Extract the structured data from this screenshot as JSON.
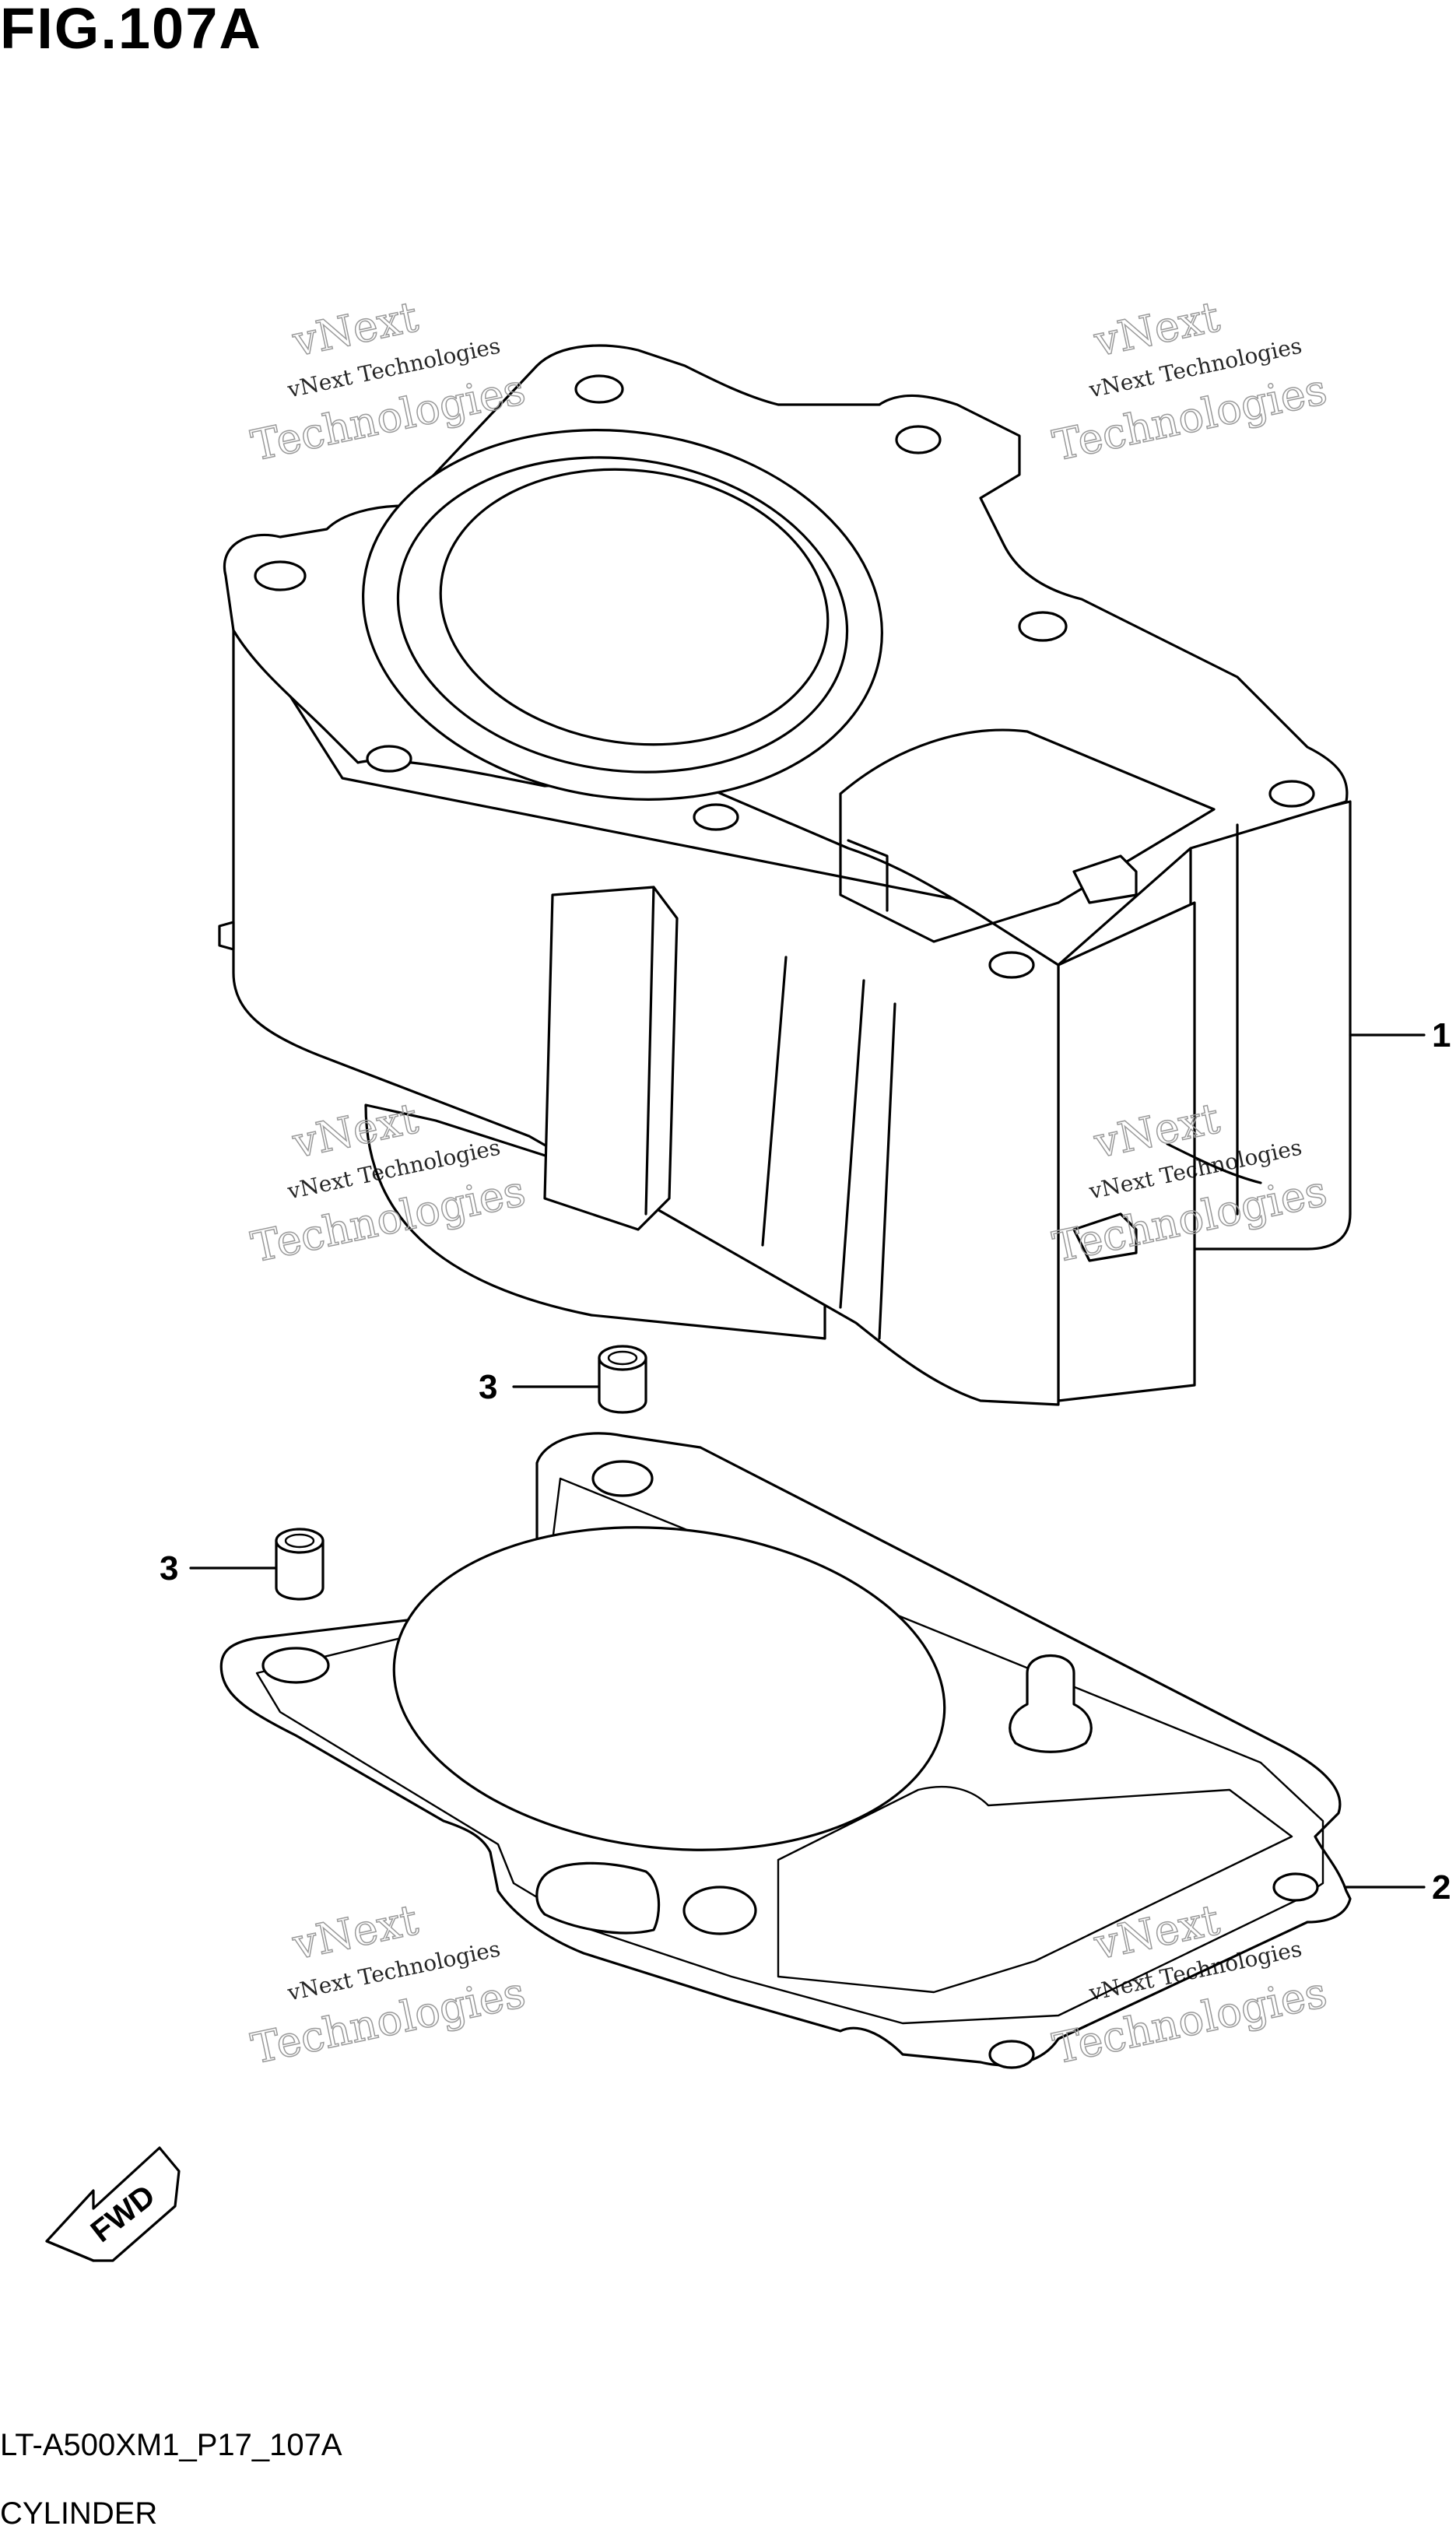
{
  "figure": {
    "title": "FIG.107A",
    "code": "LT-A500XM1_P17_107A",
    "caption": "CYLINDER"
  },
  "callouts": {
    "cylinder": "1",
    "gasket": "2",
    "dowel_upper": "3",
    "dowel_lower": "3"
  },
  "watermark": {
    "small": "vNext Technologies",
    "big_top": "vNext",
    "big_bottom": "Technologies"
  },
  "fwd_label": "FWD"
}
